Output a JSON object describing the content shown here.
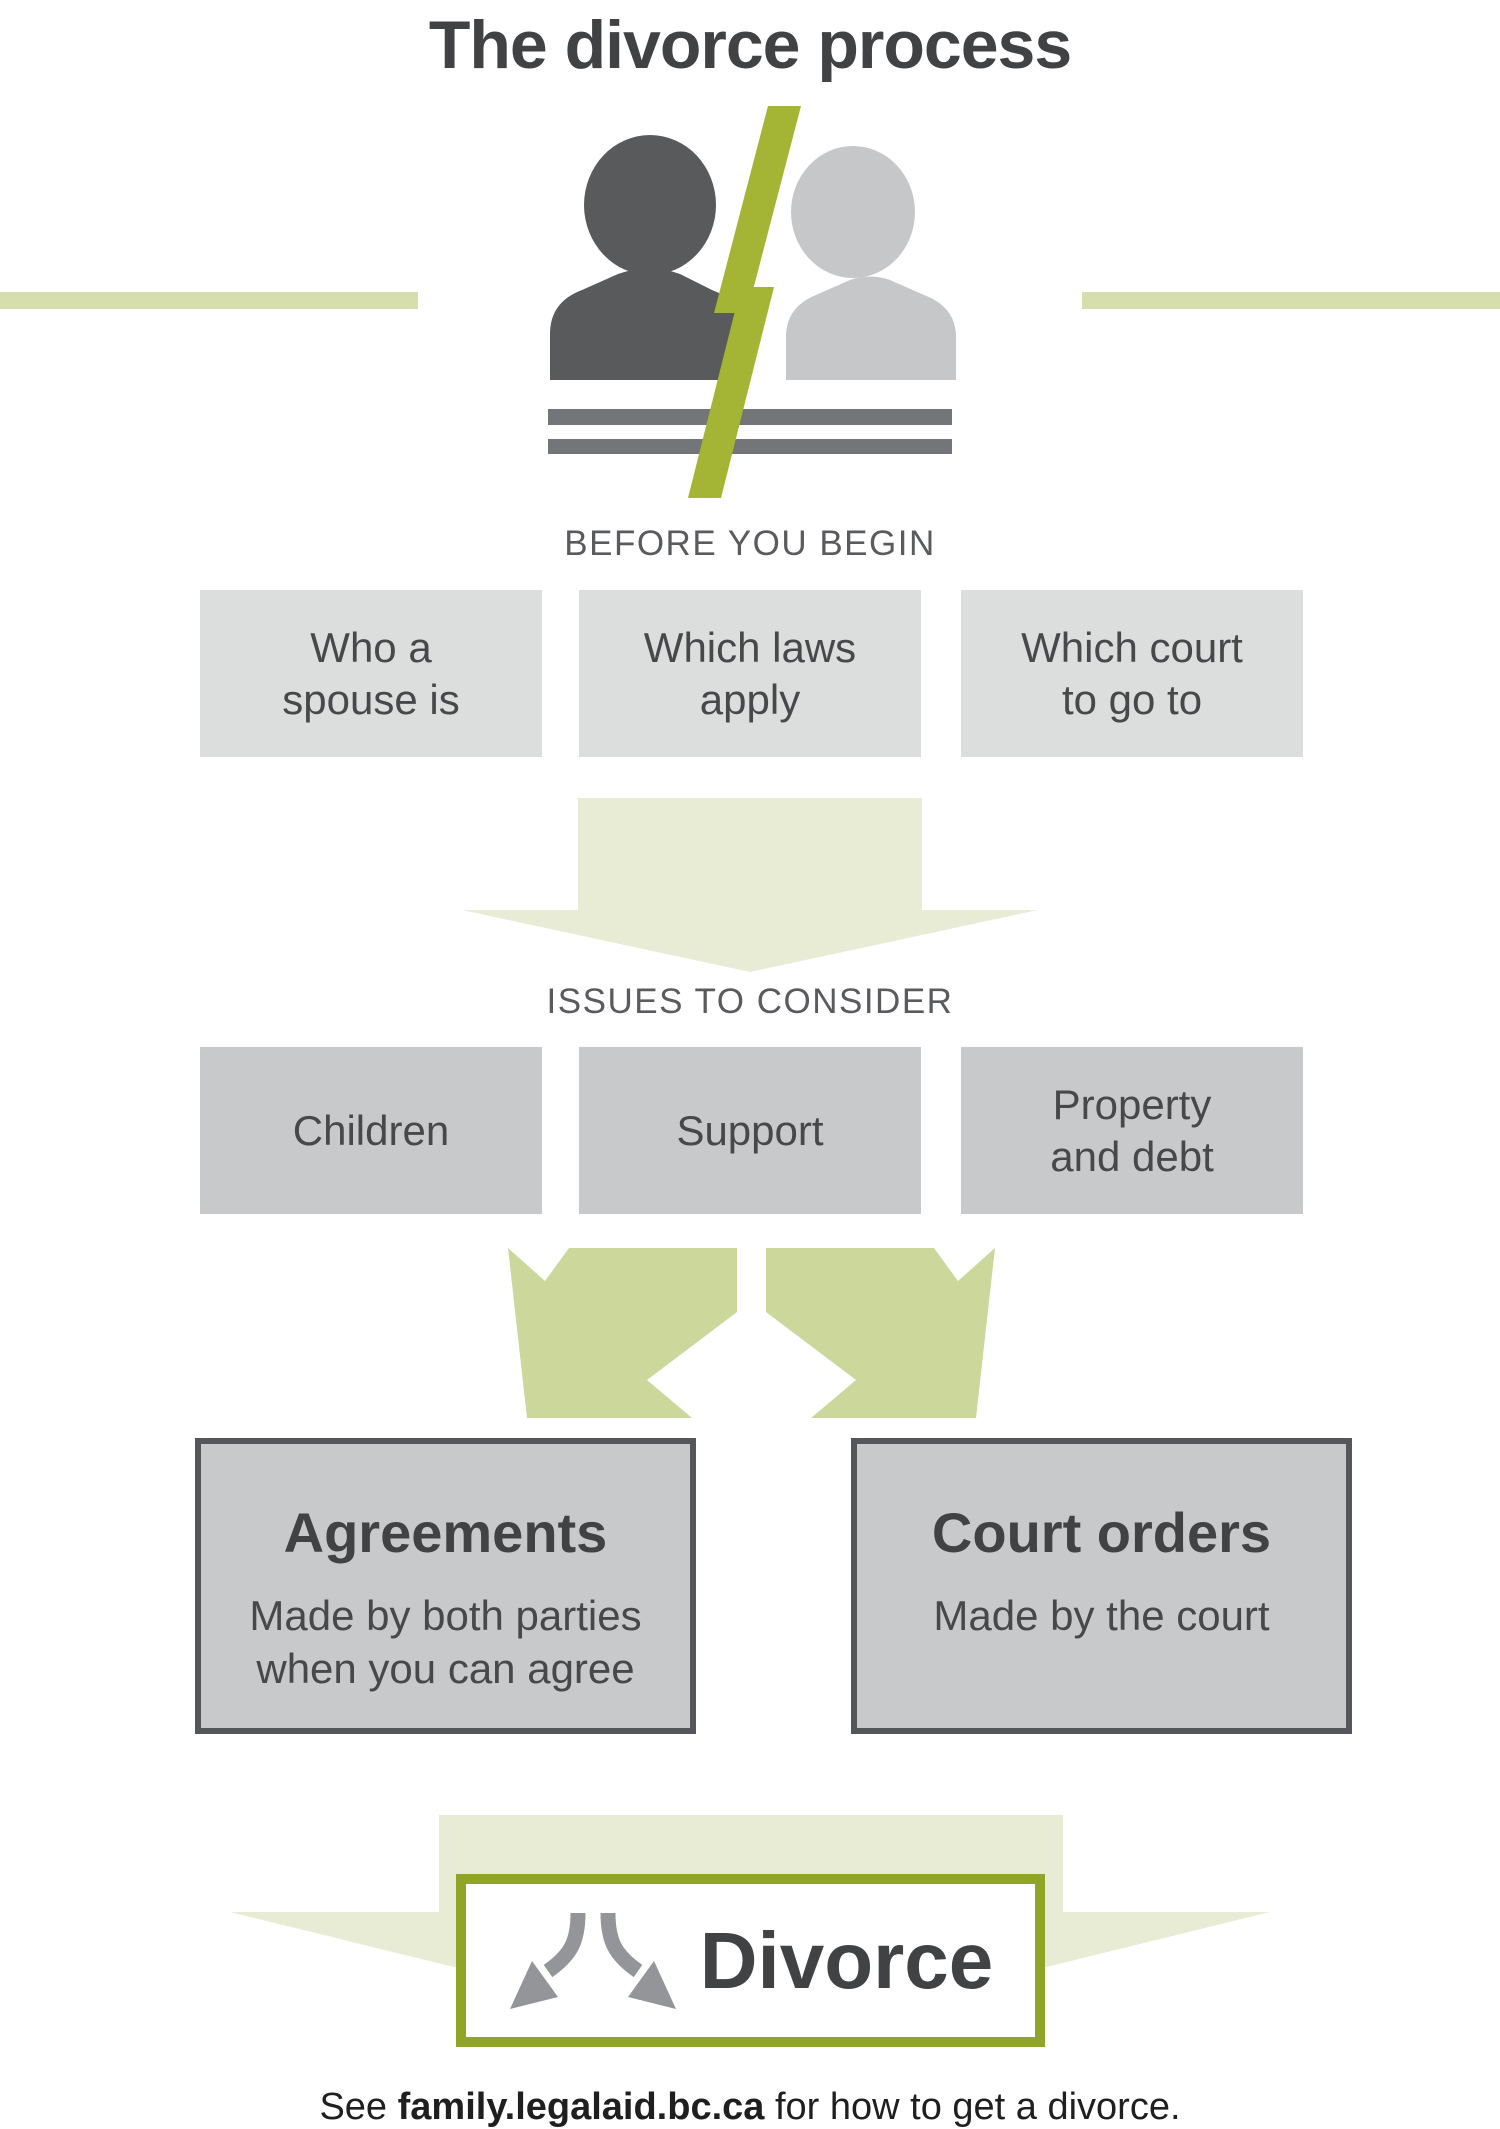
{
  "title": "The divorce process",
  "colors": {
    "bolt_green": "#a4b434",
    "pale_green": "#e9ecd5",
    "mid_green": "#ccd79c",
    "band_green": "#d7dead",
    "olive_border": "#90a525",
    "box_light": "#dcdddd",
    "box_mid": "#c8c9ca",
    "person_dark": "#595a5c",
    "person_light": "#c6c7c9",
    "bar_gray": "#747578",
    "outline_gray": "#55565a",
    "icon_arrow_gray": "#939598",
    "text_dark": "#414244",
    "text_box": "#47484a",
    "text_heading": "#5a5b5e",
    "text_footer": "#1f1f20"
  },
  "before": {
    "heading": "BEFORE YOU BEGIN",
    "boxes": [
      {
        "lines": [
          "Who a",
          "spouse is"
        ]
      },
      {
        "lines": [
          "Which laws",
          "apply"
        ]
      },
      {
        "lines": [
          "Which court",
          "to go to"
        ]
      }
    ]
  },
  "issues": {
    "heading": "ISSUES TO CONSIDER",
    "boxes": [
      {
        "lines": [
          "Children"
        ]
      },
      {
        "lines": [
          "Support"
        ]
      },
      {
        "lines": [
          "Property",
          "and debt"
        ]
      }
    ]
  },
  "outcomes": [
    {
      "title": "Agreements",
      "lines": [
        "Made by both parties",
        "when you can agree"
      ]
    },
    {
      "title": "Court orders",
      "lines": [
        "Made by the court"
      ]
    }
  ],
  "result": {
    "label": "Divorce"
  },
  "footer": {
    "prefix": "See ",
    "link": "family.legalaid.bc.ca",
    "suffix": " for how to get a divorce."
  }
}
